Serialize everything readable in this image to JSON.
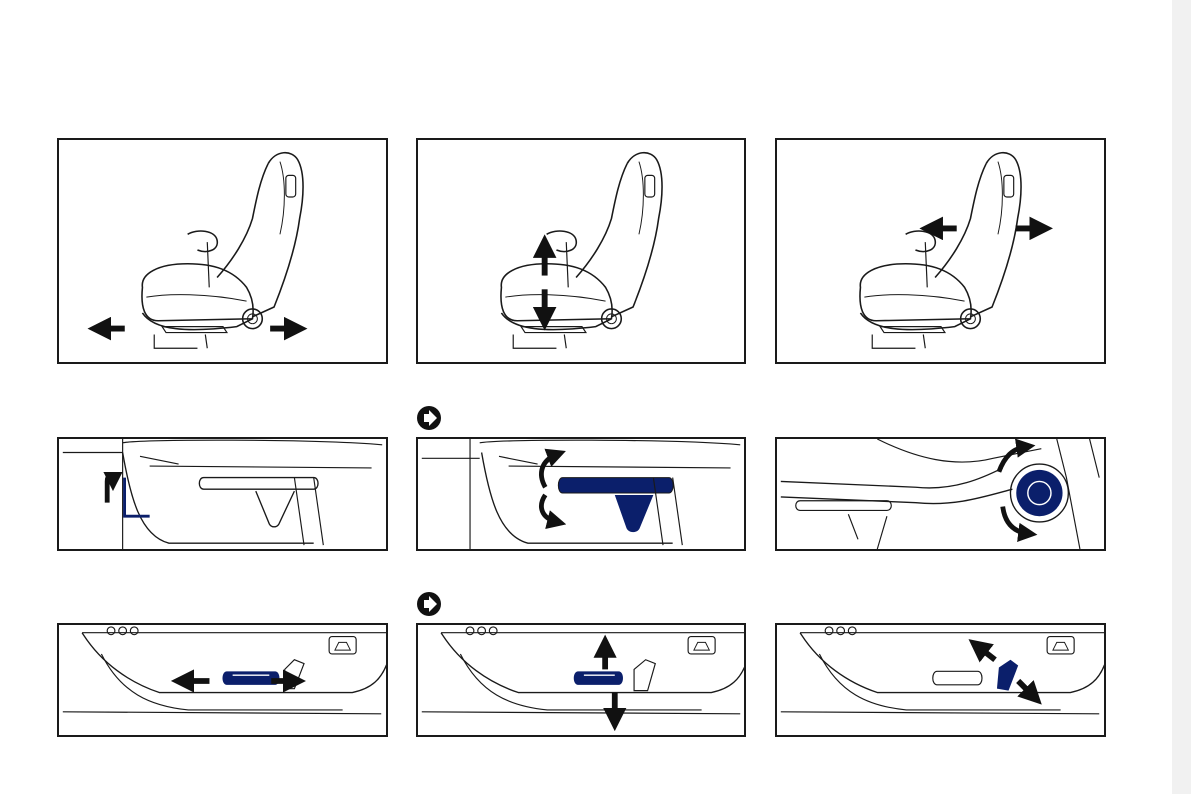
{
  "page": {
    "background": "#ffffff",
    "rail_color": "#f1f1f1"
  },
  "colors": {
    "line": "#1a1a1a",
    "accent": "#0b1f6b",
    "arrow": "#111111"
  },
  "illustrations": [
    {
      "id": "seat-longitudinal-adjustment",
      "arrows": "left-right"
    },
    {
      "id": "seat-height-adjustment",
      "arrows": "up-down"
    },
    {
      "id": "backrest-angle-adjustment",
      "arrows": "left-right"
    },
    {
      "id": "manual-longitudinal-lever",
      "arrows": "up"
    },
    {
      "id": "manual-height-lever",
      "arrows": "curved-up-down"
    },
    {
      "id": "manual-backrest-knob",
      "arrows": "curved-up-down"
    },
    {
      "id": "electric-longitudinal-switch",
      "arrows": "left-right"
    },
    {
      "id": "electric-height-switch",
      "arrows": "up-down"
    },
    {
      "id": "electric-backrest-switch",
      "arrows": "diagonal"
    }
  ],
  "icons": [
    "next-arrow-icon",
    "next-arrow-icon"
  ]
}
